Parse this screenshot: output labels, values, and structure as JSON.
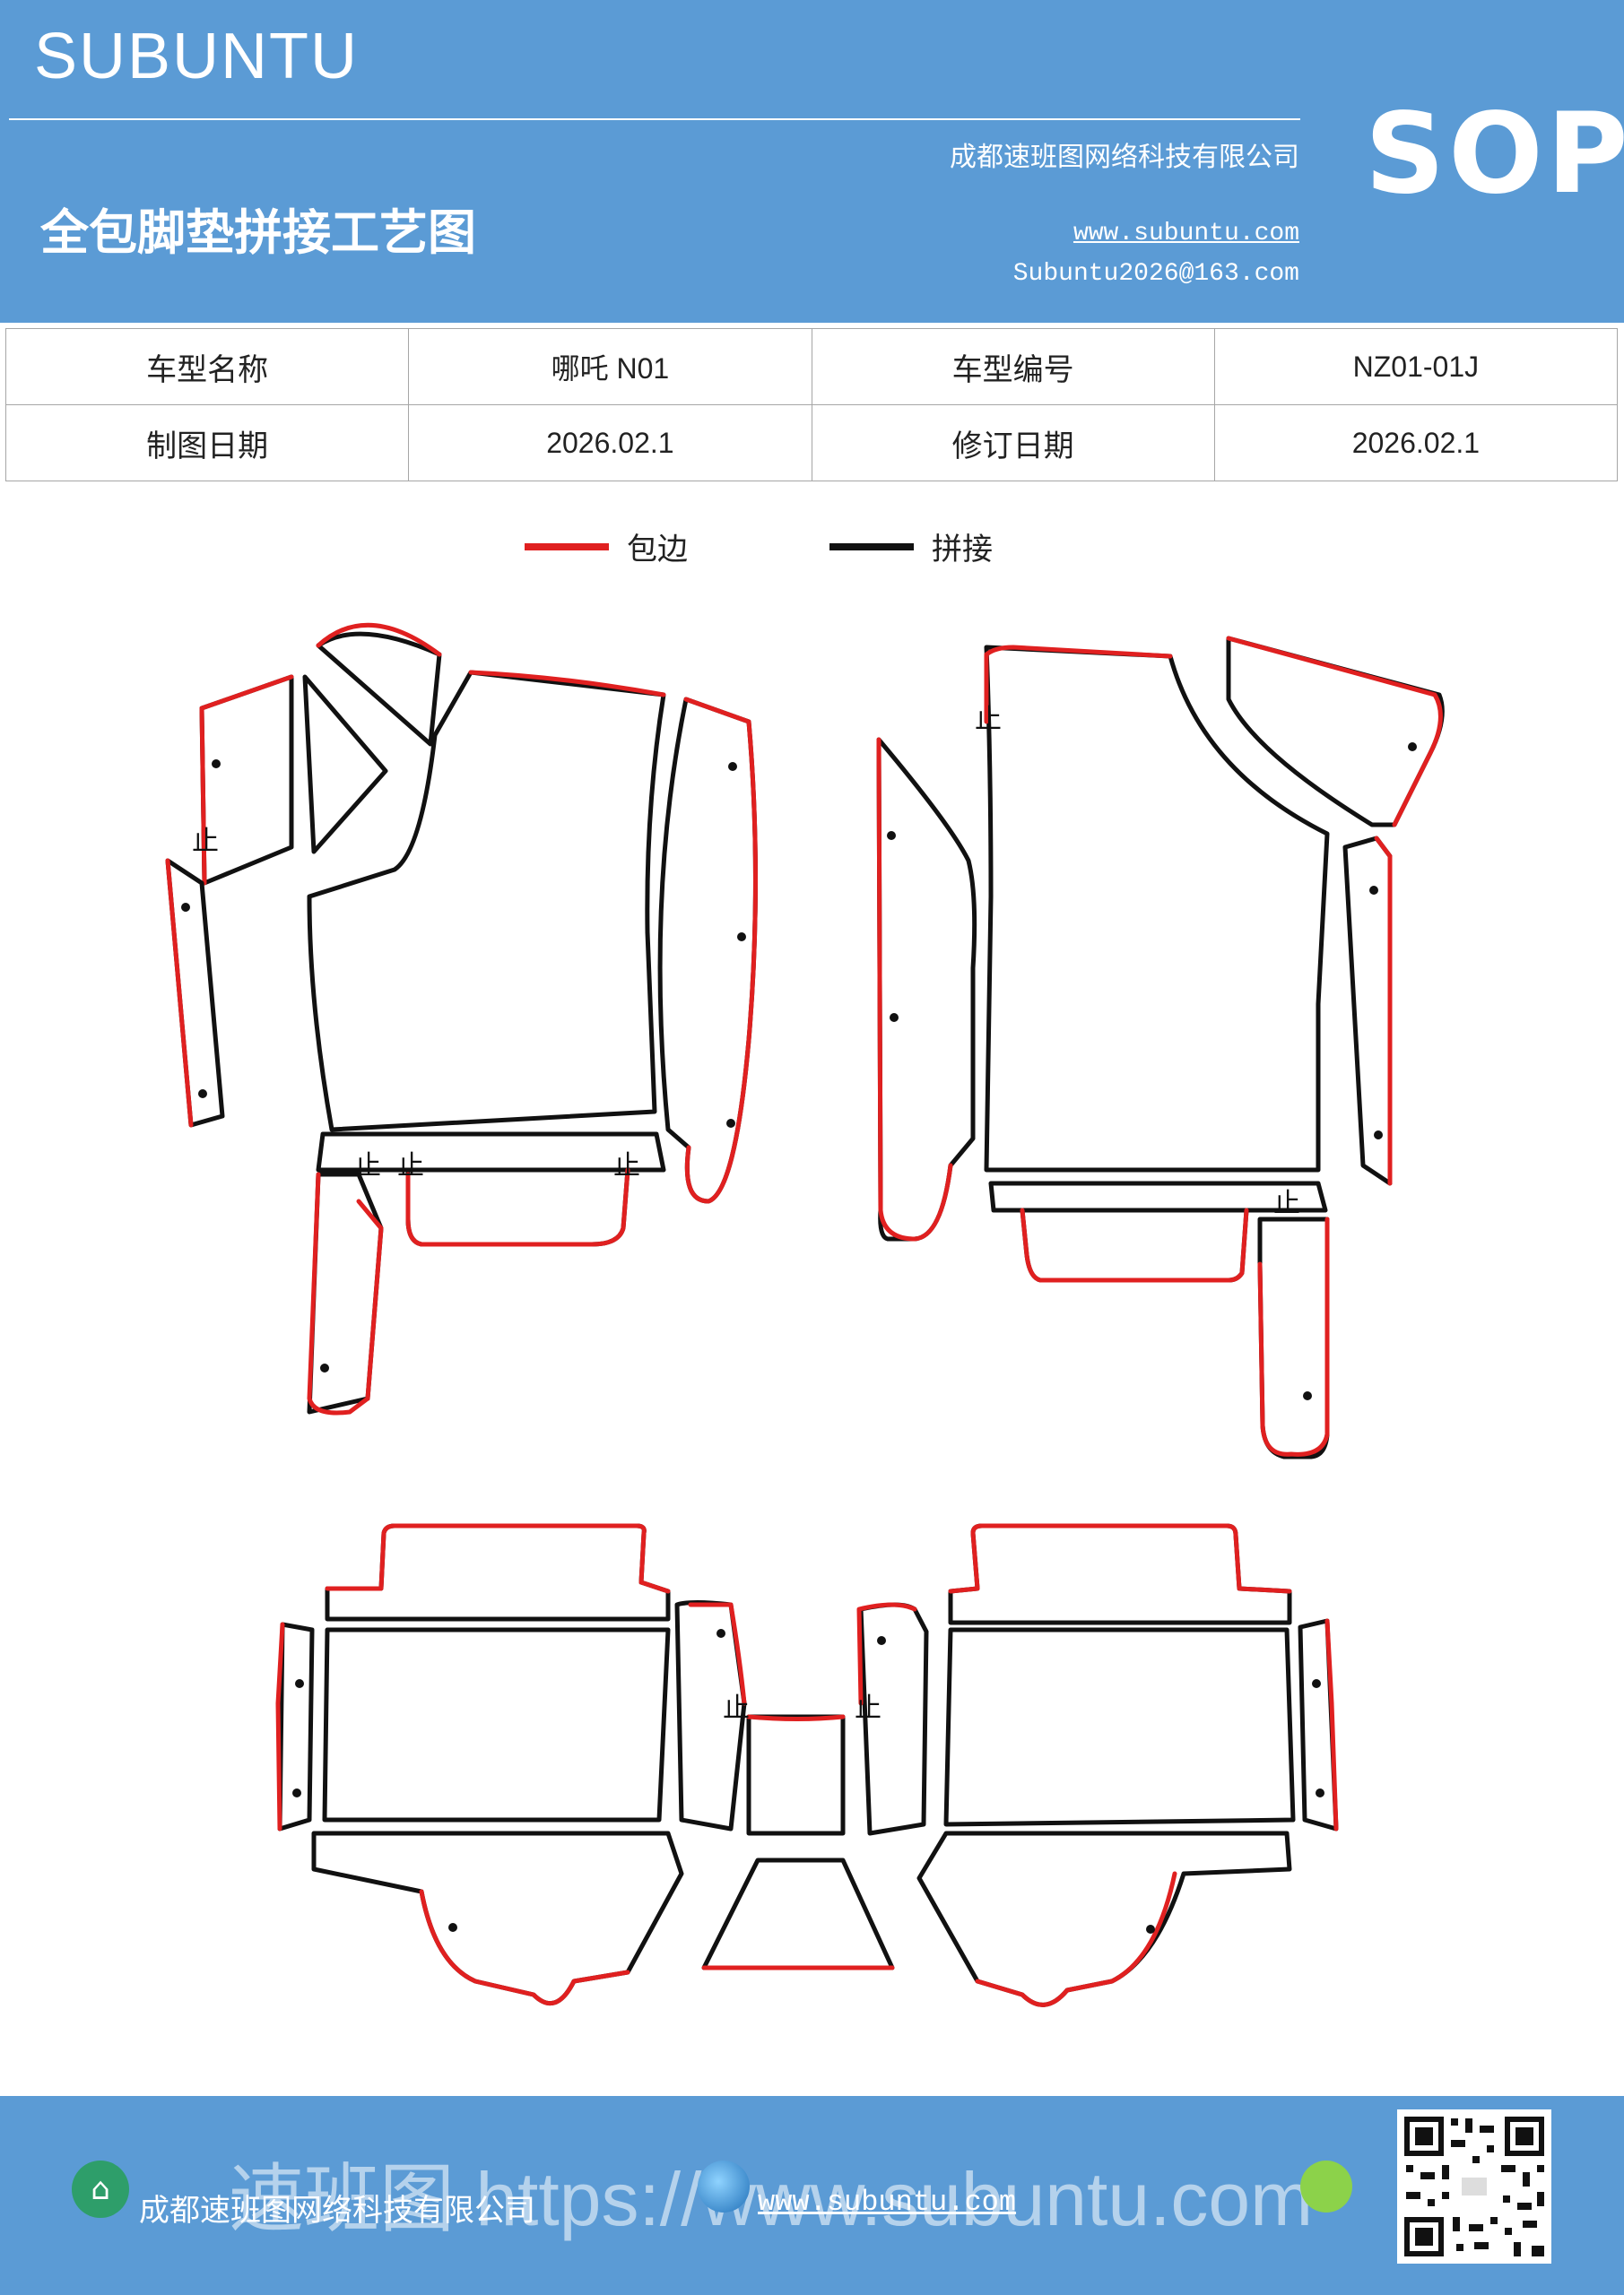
{
  "header": {
    "brand": "SUBUNTU",
    "company": "成都速班图网络科技有限公司",
    "title": "全包脚垫拼接工艺图",
    "website": "www.subuntu.com",
    "email": "Subuntu2026@163.com",
    "sop": "SOP"
  },
  "info_table": {
    "row1": {
      "label1": "车型名称",
      "value1": "哪吒 N01",
      "label2": "车型编号",
      "value2": "NZ01-01J"
    },
    "row2": {
      "label1": "制图日期",
      "value1": "2026.02.1",
      "label2": "修订日期",
      "value2": "2026.02.1"
    }
  },
  "legend": {
    "edge_label": "包边",
    "joint_label": "拼接",
    "edge_color": "#e02020",
    "joint_color": "#111111"
  },
  "diagram": {
    "marker": "止"
  },
  "footer": {
    "company": "成都速班图网络科技有限公司",
    "website": "www.subuntu.com",
    "watermark": "速班图 https://www.subuntu.com"
  }
}
